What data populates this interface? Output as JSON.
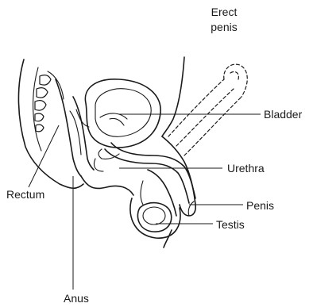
{
  "labels": {
    "erect_penis_line1": "Erect",
    "erect_penis_line2": "penis",
    "bladder": "Bladder",
    "urethra": "Urethra",
    "rectum": "Rectum",
    "penis": "Penis",
    "testis": "Testis",
    "anus": "Anus"
  }
}
